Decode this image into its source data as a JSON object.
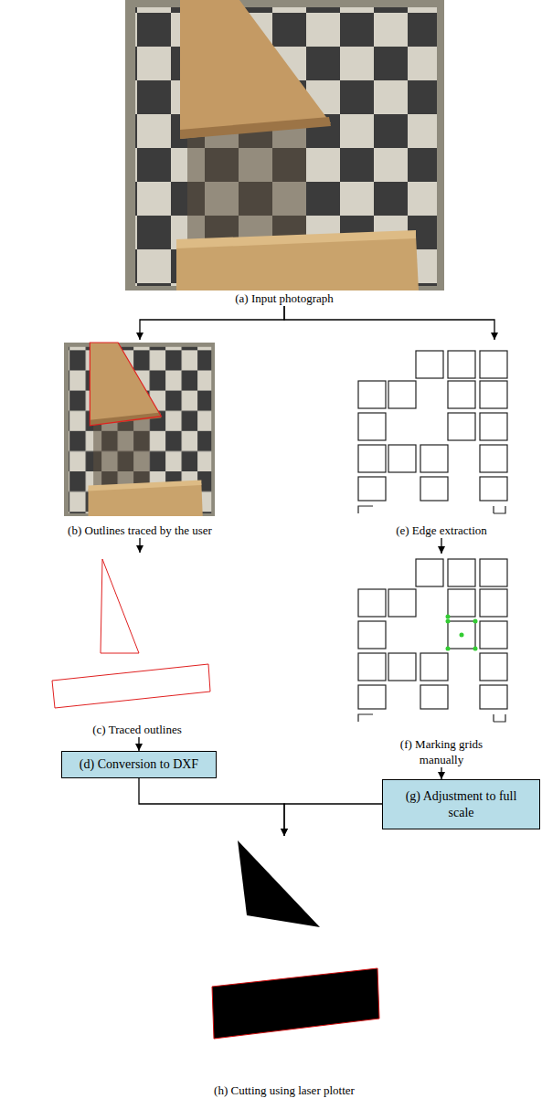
{
  "diagram": {
    "nodes": [
      {
        "text": [
          "(a) Input photograph"
        ]
      },
      {
        "text": [
          "(b) Outlines traced by the user"
        ]
      },
      {
        "text": [
          "(e) Edge extraction"
        ]
      },
      {
        "text": [
          "(c) Traced outlines"
        ]
      },
      {
        "text": [
          "(f) Marking grids manually"
        ]
      },
      {
        "text": [
          "(d) Conversion to DXF"
        ]
      },
      {
        "text": [
          "(g) Adjustment to full scale"
        ]
      },
      {
        "text": [
          "(h) Cutting using laser plotter"
        ]
      }
    ],
    "edges": [
      {
        "from": 0,
        "to": 1,
        "arrow": "to"
      },
      {
        "from": 0,
        "to": 2,
        "arrow": "to"
      },
      {
        "from": 1,
        "to": 3,
        "arrow": "to"
      },
      {
        "from": 2,
        "to": 4,
        "arrow": "to"
      },
      {
        "from": 3,
        "to": 5,
        "arrow": "to"
      },
      {
        "from": 4,
        "to": 6,
        "arrow": "to"
      },
      {
        "from": 5,
        "to": 7,
        "arrow": "to"
      },
      {
        "from": 6,
        "to": 7,
        "arrow": "to"
      }
    ]
  }
}
